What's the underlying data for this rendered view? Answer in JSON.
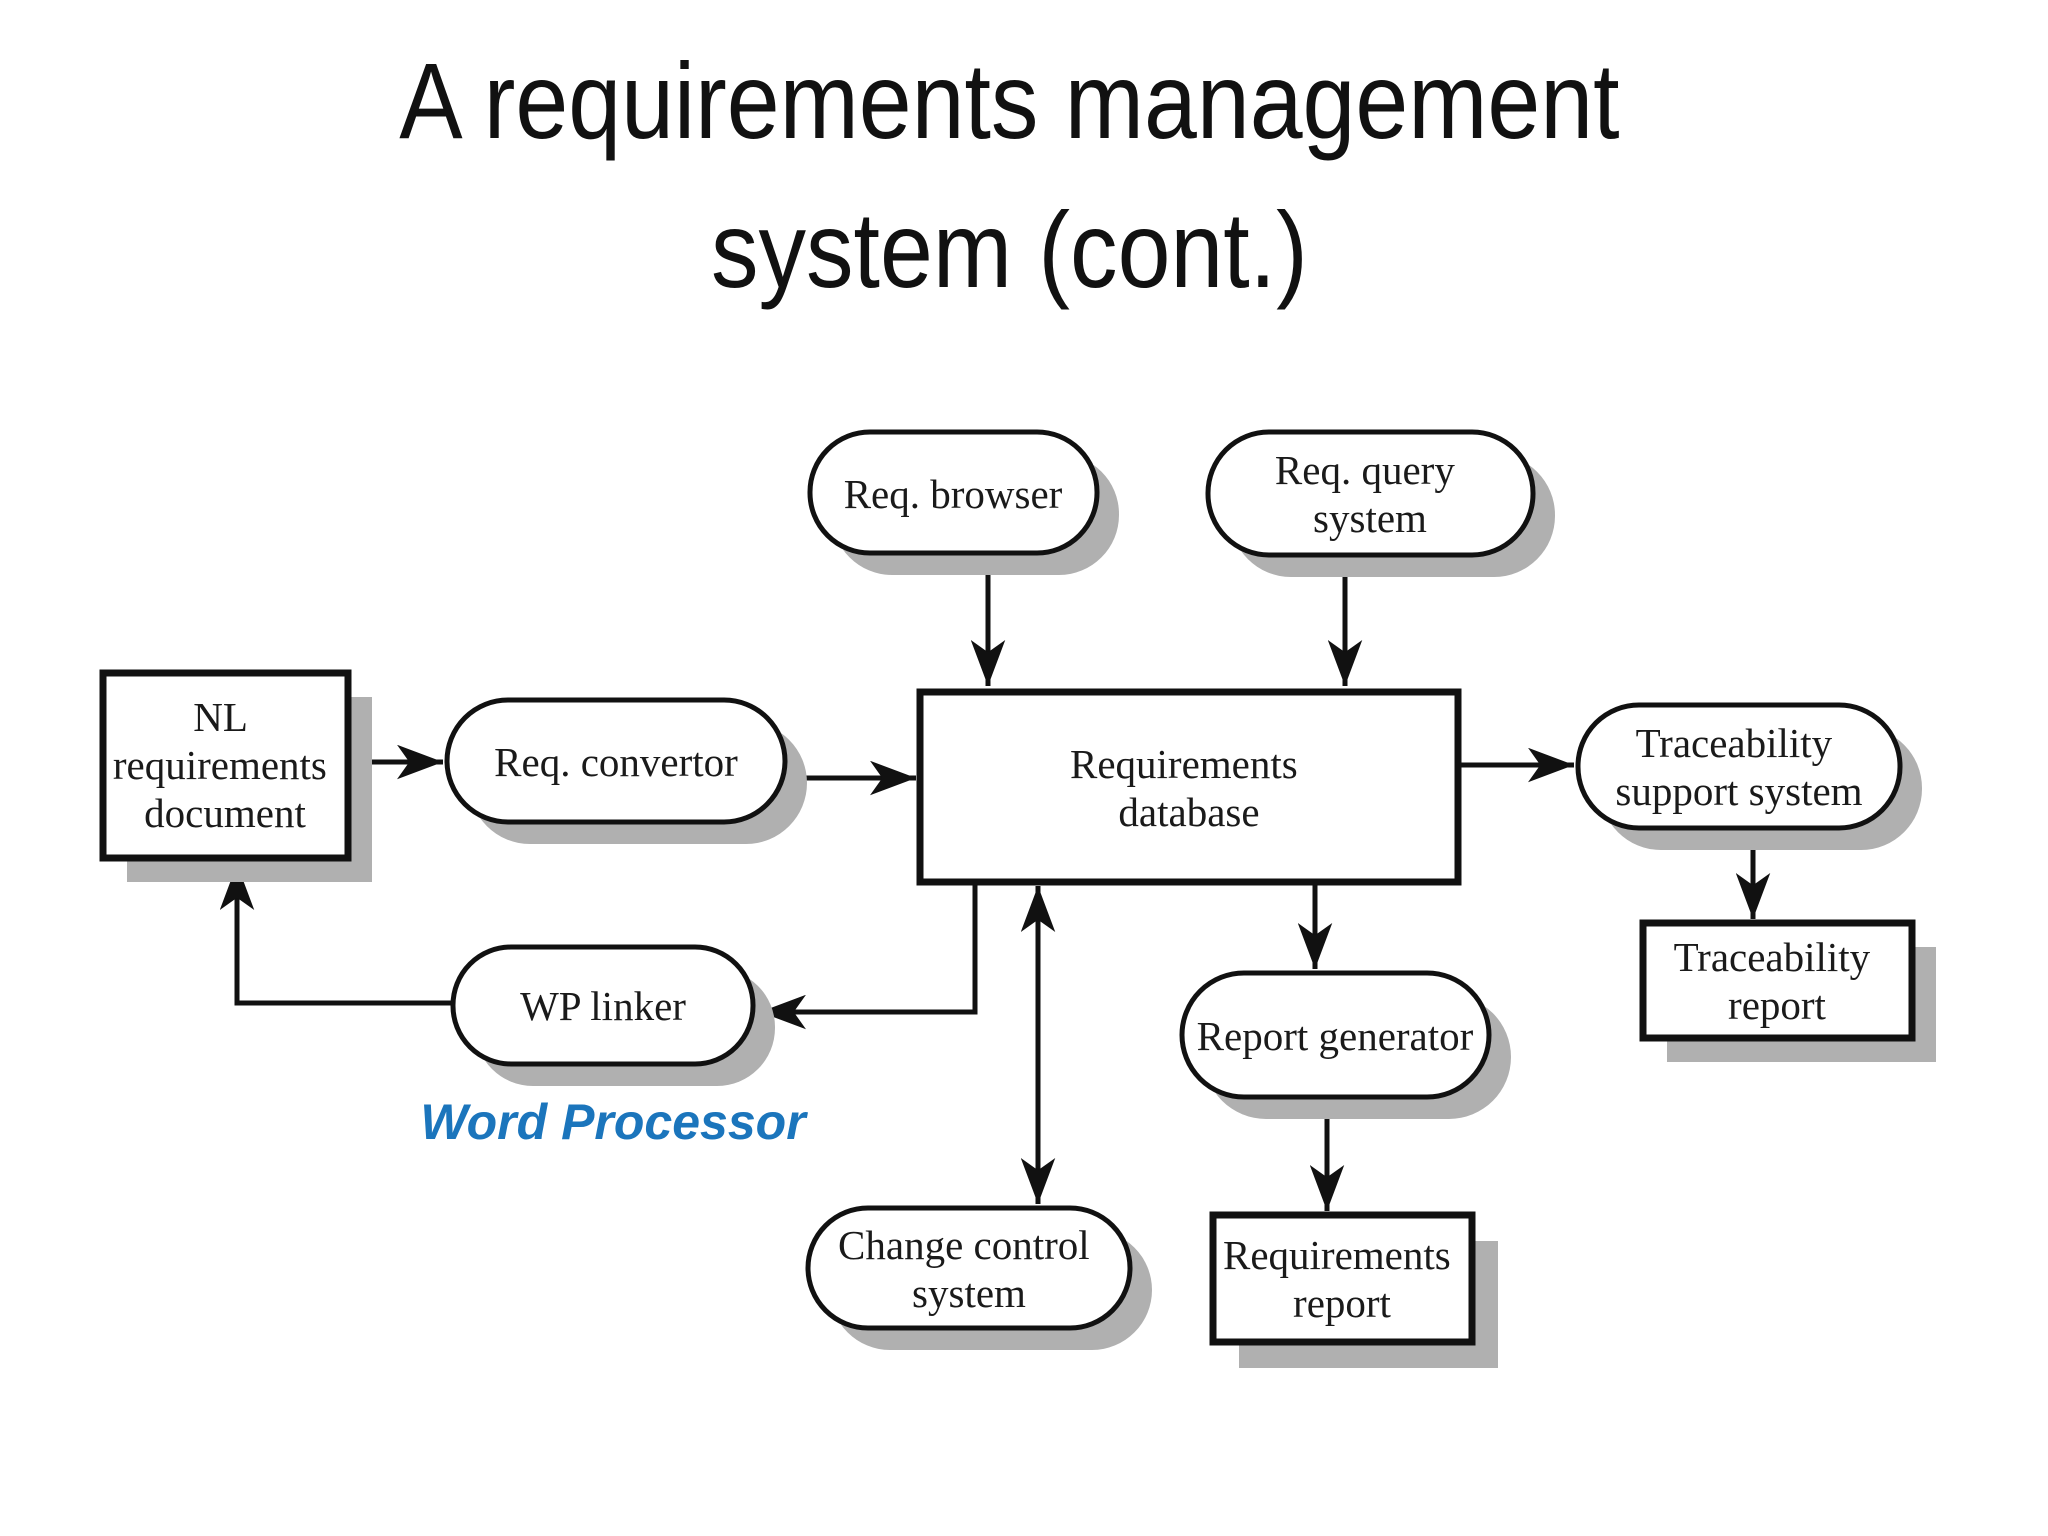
{
  "title": {
    "line1": "A requirements management",
    "line2": "system (cont.)"
  },
  "annotation": {
    "word_processor": "Word Processor",
    "color": "#1b75bc"
  },
  "colors": {
    "background": "#ffffff",
    "node_fill": "#ffffff",
    "node_border": "#111111",
    "node_shadow": "#b0b0b0",
    "edge": "#111111",
    "label_text": "#1a1a1a",
    "title_text": "#111111"
  },
  "nodes": {
    "req_browser": {
      "shape": "stadium",
      "label": "Req. browser"
    },
    "req_query_system": {
      "shape": "stadium",
      "lines": [
        "Req. query",
        "system"
      ]
    },
    "nl_requirements_document": {
      "shape": "rect",
      "lines": [
        "NL",
        "requirements",
        "document"
      ]
    },
    "req_convertor": {
      "shape": "stadium",
      "label": "Req. convertor"
    },
    "requirements_database": {
      "shape": "rect",
      "lines": [
        "Requirements",
        "database"
      ]
    },
    "traceability_support_system": {
      "shape": "stadium",
      "lines": [
        "Traceability",
        "support system"
      ]
    },
    "traceability_report": {
      "shape": "rect",
      "lines": [
        "Traceability",
        "report"
      ]
    },
    "wp_linker": {
      "shape": "stadium",
      "label": "WP linker"
    },
    "report_generator": {
      "shape": "stadium",
      "label": "Report generator"
    },
    "change_control_system": {
      "shape": "stadium",
      "lines": [
        "Change control",
        "system"
      ]
    },
    "requirements_report": {
      "shape": "rect",
      "lines": [
        "Requirements",
        "report"
      ]
    }
  },
  "edges": [
    {
      "from": "req_browser",
      "to": "requirements_database",
      "direction": "one-way"
    },
    {
      "from": "req_query_system",
      "to": "requirements_database",
      "direction": "one-way"
    },
    {
      "from": "nl_requirements_document",
      "to": "req_convertor",
      "direction": "one-way"
    },
    {
      "from": "req_convertor",
      "to": "requirements_database",
      "direction": "one-way"
    },
    {
      "from": "requirements_database",
      "to": "traceability_support_system",
      "direction": "one-way"
    },
    {
      "from": "traceability_support_system",
      "to": "traceability_report",
      "direction": "one-way"
    },
    {
      "from": "requirements_database",
      "to": "report_generator",
      "direction": "one-way"
    },
    {
      "from": "report_generator",
      "to": "requirements_report",
      "direction": "one-way"
    },
    {
      "from": "requirements_database",
      "to": "change_control_system",
      "direction": "two-way"
    },
    {
      "from": "requirements_database",
      "to": "wp_linker",
      "direction": "one-way"
    },
    {
      "from": "wp_linker",
      "to": "nl_requirements_document",
      "direction": "one-way"
    }
  ]
}
